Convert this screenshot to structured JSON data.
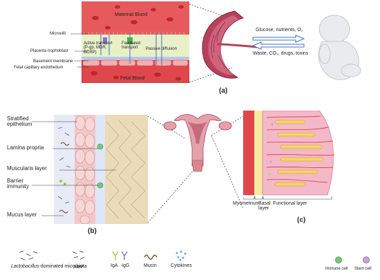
{
  "panel_a": {
    "maternal_blood": "Maternal Blood",
    "fetal_blood": "Fetal Blood",
    "labels_left": [
      "Microvilli",
      "Placenta trophoblast",
      "Basement membrane",
      "Fetal capillary endothelium"
    ],
    "transport_active": "Active transport (P-gp, MDR, BCRP)",
    "transport_facilitated": "Facilitated transport",
    "transport_passive": "Passive diffusion",
    "to_fetus": "Glucose, nutrients, O₂",
    "to_mother": "Waste, CO₂, drugs, toxins",
    "tag": "(a)"
  },
  "panel_b": {
    "labels": [
      "Stratified epithelium",
      "Lamina propria",
      "Muscularis layer",
      "Barrier immunity",
      "Mucus layer"
    ],
    "tag": "(b)"
  },
  "panel_c": {
    "myometrium": "Myometrium",
    "basal_layer": "Basal layer",
    "functional_layer": "Functional layer",
    "tag": "(c)"
  },
  "legend": {
    "microbiota_italic": "Lactobacillus",
    "microbiota_rest": "-dominated microbiota",
    "amp": "AMP",
    "iga": "IgA",
    "igg": "IgG",
    "mucin": "Mucin",
    "cytokines": "Cytokines",
    "immune_cell": "Immune cell",
    "stem_cell": "Stem cell"
  },
  "colors": {
    "blood": "#e0474c",
    "blood_dark": "#c8383d",
    "trophoblast": "#e8f0c8",
    "epithelium": "#f4c7c7",
    "muscle": "#eadcb8",
    "endometrium": "#f3b9c9",
    "arrow_blue": "#3f6ec8"
  }
}
